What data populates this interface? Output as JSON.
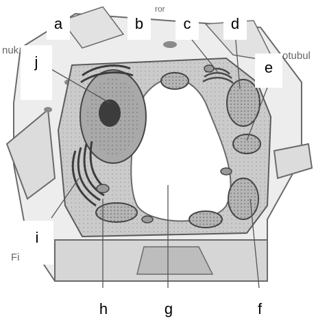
{
  "labels": {
    "a": "a",
    "b": "b",
    "c": "c",
    "d": "d",
    "e": "e",
    "f": "f",
    "g": "g",
    "h": "h",
    "i": "i",
    "j": "j"
  },
  "faint_text": {
    "top_left": "nuk",
    "top_center": "ror",
    "right": "otubul",
    "bottom_left": "Fi. kusar"
  },
  "colors": {
    "wall": "#e9e9e9",
    "wall_edge": "#6a6a6a",
    "cytoplasm": "#c9c9c9",
    "vacuole": "#ffffff",
    "organelle": "#9a9a9a",
    "dark": "#3c3c3c"
  }
}
